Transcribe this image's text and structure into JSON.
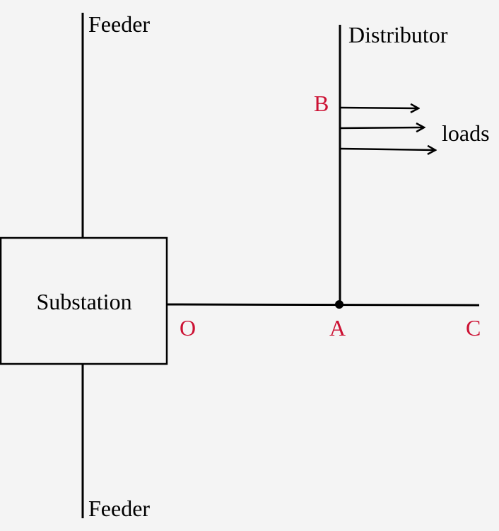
{
  "diagram": {
    "feeder_top_label": "Feeder",
    "feeder_bottom_label": "Feeder",
    "distributor_label": "Distributor",
    "substation_label": "Substation",
    "loads_label": "loads",
    "point_B": "B",
    "point_O": "O",
    "point_A": "A",
    "point_C": "C"
  },
  "colors": {
    "line": "#000000",
    "point_label": "#cc1133",
    "text": "#000000",
    "background": "#f4f4f4"
  }
}
